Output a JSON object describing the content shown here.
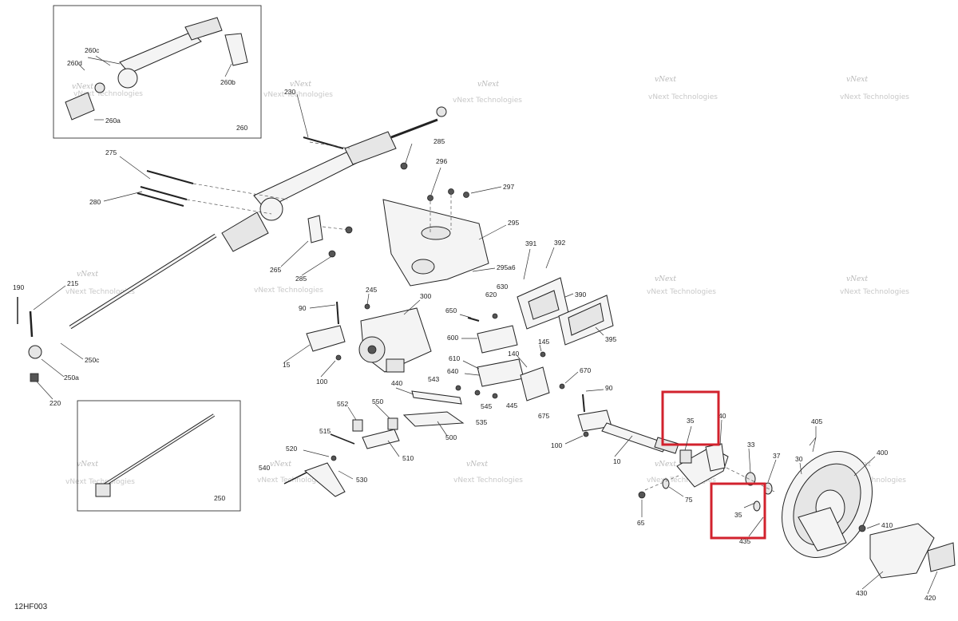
{
  "diagram_code": "12HF003",
  "watermark": {
    "line1": "vNext",
    "line2": "Technologies",
    "line3": "vNext Technologies"
  },
  "highlight_color": "#d2222d",
  "labels": {
    "l260": "260",
    "l260a": "260a",
    "l260b": "260b",
    "l260c": "260c",
    "l260d": "260d",
    "l230": "230",
    "l275": "275",
    "l280": "280",
    "l285a": "285",
    "l285b": "285",
    "l296": "296",
    "l297": "297",
    "l295": "295",
    "l295a6": "295a6",
    "l265": "265",
    "l190": "190",
    "l215": "215",
    "l250c": "250c",
    "l250a": "250a",
    "l220": "220",
    "l250": "250",
    "l245": "245",
    "l90a": "90",
    "l300": "300",
    "l15": "15",
    "l100a": "100",
    "l391": "391",
    "l392": "392",
    "l630": "630",
    "l620": "620",
    "l390": "390",
    "l395": "395",
    "l650": "650",
    "l600": "600",
    "l145": "145",
    "l140": "140",
    "l610": "610",
    "l640": "640",
    "l543": "543",
    "l670": "670",
    "l90b": "90",
    "l440": "440",
    "l545": "545",
    "l445": "445",
    "l675": "675",
    "l535": "535",
    "l552": "552",
    "l550": "550",
    "l500": "500",
    "l515": "515",
    "l510": "510",
    "l520": "520",
    "l540": "540",
    "l530": "530",
    "l35a": "35",
    "l40": "40",
    "l100b": "100",
    "l10": "10",
    "l405": "405",
    "l33": "33",
    "l37": "37",
    "l30": "30",
    "l400": "400",
    "l75": "75",
    "l35b": "35",
    "l410": "410",
    "l65": "65",
    "l435": "435",
    "l430": "430",
    "l420": "420"
  }
}
